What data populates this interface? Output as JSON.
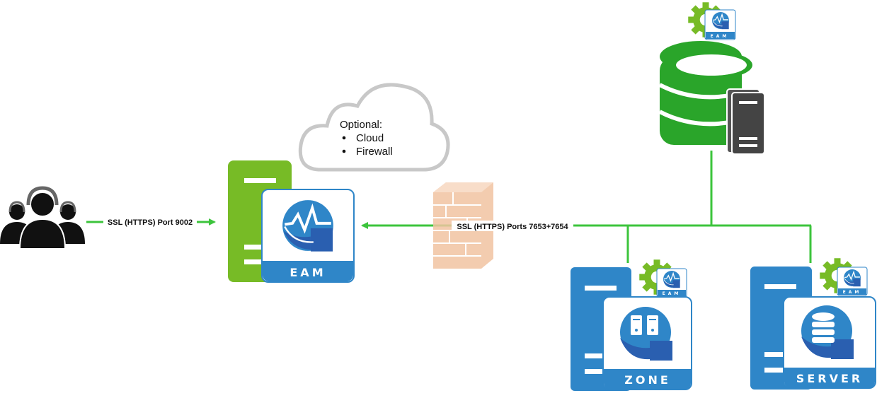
{
  "colors": {
    "green_server": "#77bb26",
    "green_line": "#3cc43c",
    "db_green": "#2aa52a",
    "blue": "#2f86c8",
    "dark_blue": "#2a5fb0",
    "firewall": "#f2c4a2",
    "gray_server": "#4a4a4a",
    "cloud_stroke": "#c8c8c8"
  },
  "users": {
    "icon": "users-headset-icon"
  },
  "link_users": {
    "label": "SSL (HTTPS) Port 9002"
  },
  "cloud": {
    "title": "Optional:",
    "items": [
      "Cloud",
      "Firewall"
    ]
  },
  "eam": {
    "label": "EAM"
  },
  "link_backend": {
    "label": "SSL (HTTPS) Ports 7653+7654"
  },
  "database": {
    "badge": "EAM",
    "icon": "database-server-icon"
  },
  "zone": {
    "label": "ZONE",
    "badge": "EAM"
  },
  "server": {
    "label": "SERVER",
    "badge": "EAM"
  }
}
